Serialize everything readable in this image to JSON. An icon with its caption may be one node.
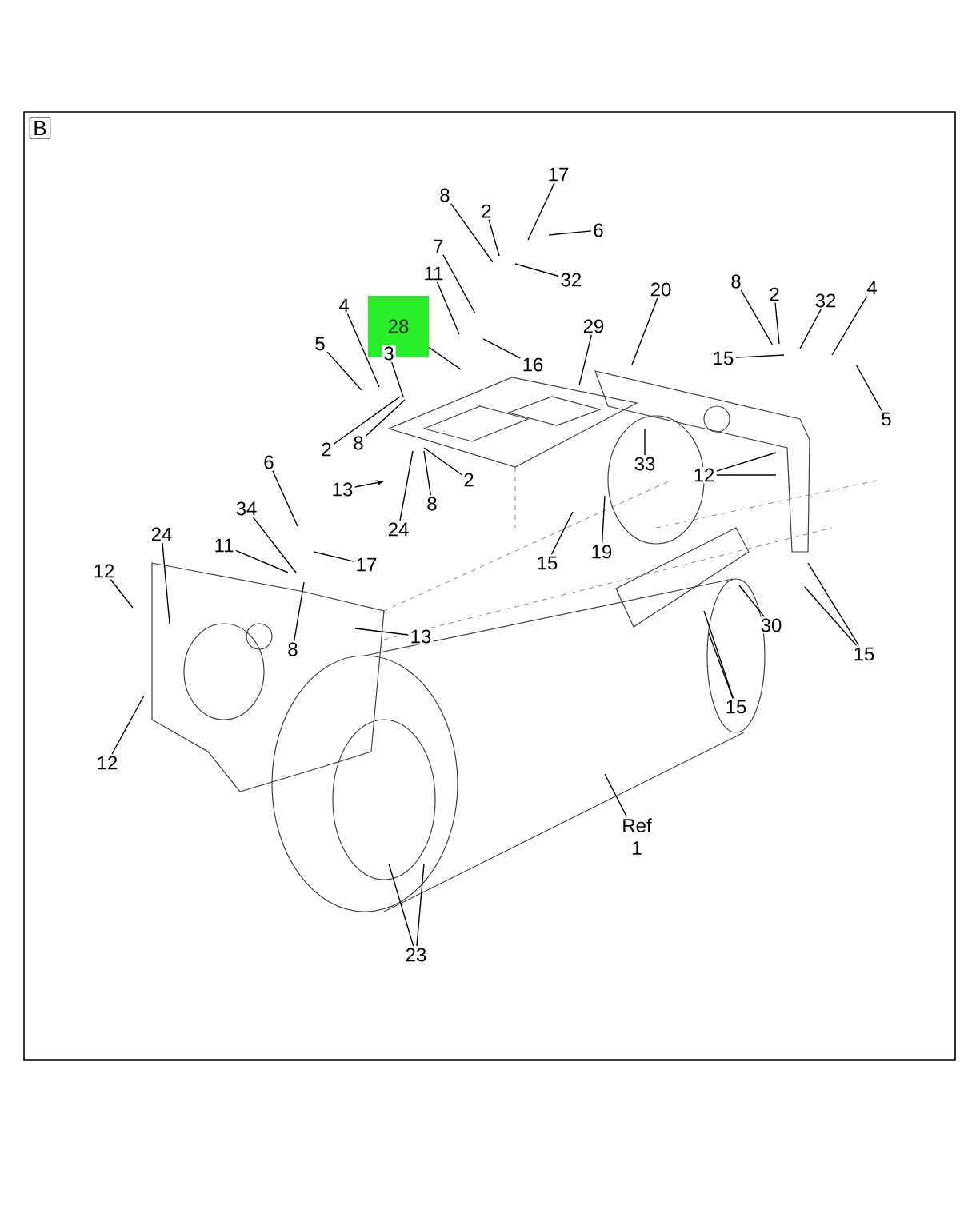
{
  "diagram": {
    "nodes": [
      {
        "text": [
          "17"
        ]
      },
      {
        "text": [
          "8"
        ]
      },
      {
        "text": [
          "2"
        ]
      },
      {
        "text": [
          "6"
        ]
      },
      {
        "text": [
          "7"
        ]
      },
      {
        "text": [
          "32"
        ]
      },
      {
        "text": [
          "8"
        ]
      },
      {
        "text": [
          "11"
        ]
      },
      {
        "text": [
          "20"
        ]
      },
      {
        "text": [
          "4"
        ]
      },
      {
        "text": [
          "2"
        ]
      },
      {
        "text": [
          "4"
        ]
      },
      {
        "text": [
          "32"
        ]
      },
      {
        "text": [
          "28"
        ]
      },
      {
        "text": [
          "29"
        ]
      },
      {
        "text": [
          "5"
        ]
      },
      {
        "text": [
          "3"
        ]
      },
      {
        "text": [
          "15"
        ]
      },
      {
        "text": [
          "16"
        ]
      },
      {
        "text": [
          "5"
        ]
      },
      {
        "text": [
          "2"
        ]
      },
      {
        "text": [
          "8"
        ]
      },
      {
        "text": [
          "6"
        ]
      },
      {
        "text": [
          "33"
        ]
      },
      {
        "text": [
          "12"
        ]
      },
      {
        "text": [
          "2"
        ]
      },
      {
        "text": [
          "13"
        ]
      },
      {
        "text": [
          "8"
        ]
      },
      {
        "text": [
          "34"
        ]
      },
      {
        "text": [
          "24"
        ]
      },
      {
        "text": [
          "24"
        ]
      },
      {
        "text": [
          "11"
        ]
      },
      {
        "text": [
          "19"
        ]
      },
      {
        "text": [
          "15"
        ]
      },
      {
        "text": [
          "17"
        ]
      },
      {
        "text": [
          "12"
        ]
      },
      {
        "text": [
          "30"
        ]
      },
      {
        "text": [
          "13"
        ]
      },
      {
        "text": [
          "8"
        ]
      },
      {
        "text": [
          "15"
        ]
      },
      {
        "text": [
          "15"
        ]
      },
      {
        "text": [
          "12"
        ]
      },
      {
        "text": [
          "Ref 1"
        ]
      },
      {
        "text": [
          "23"
        ]
      }
    ],
    "edges": [
      {
        "from": 0,
        "to": null,
        "arrow": "none"
      },
      {
        "from": 1,
        "to": null,
        "arrow": "none"
      },
      {
        "from": 2,
        "to": null,
        "arrow": "none"
      },
      {
        "from": 3,
        "to": null,
        "arrow": "none"
      },
      {
        "from": 4,
        "to": null,
        "arrow": "none"
      },
      {
        "from": 5,
        "to": null,
        "arrow": "none"
      },
      {
        "from": 6,
        "to": null,
        "arrow": "none"
      },
      {
        "from": 7,
        "to": null,
        "arrow": "none"
      },
      {
        "from": 8,
        "to": null,
        "arrow": "none"
      },
      {
        "from": 9,
        "to": null,
        "arrow": "none"
      },
      {
        "from": 10,
        "to": null,
        "arrow": "none"
      },
      {
        "from": 11,
        "to": null,
        "arrow": "none"
      },
      {
        "from": 12,
        "to": null,
        "arrow": "none"
      },
      {
        "from": 13,
        "to": null,
        "arrow": "none"
      },
      {
        "from": 14,
        "to": null,
        "arrow": "none"
      },
      {
        "from": 15,
        "to": null,
        "arrow": "none"
      },
      {
        "from": 16,
        "to": null,
        "arrow": "none"
      },
      {
        "from": 17,
        "to": null,
        "arrow": "none"
      },
      {
        "from": 18,
        "to": null,
        "arrow": "none"
      },
      {
        "from": 19,
        "to": null,
        "arrow": "none"
      },
      {
        "from": 20,
        "to": null,
        "arrow": "none"
      },
      {
        "from": 21,
        "to": null,
        "arrow": "none"
      },
      {
        "from": 22,
        "to": null,
        "arrow": "none"
      },
      {
        "from": 23,
        "to": null,
        "arrow": "none"
      },
      {
        "from": 24,
        "to": null,
        "arrow": "none"
      },
      {
        "from": 24,
        "to": null,
        "arrow": "none"
      },
      {
        "from": 25,
        "to": null,
        "arrow": "none"
      },
      {
        "from": 26,
        "to": null,
        "arrow": "to"
      },
      {
        "from": 27,
        "to": null,
        "arrow": "none"
      },
      {
        "from": 28,
        "to": null,
        "arrow": "none"
      },
      {
        "from": 29,
        "to": null,
        "arrow": "none"
      },
      {
        "from": 30,
        "to": null,
        "arrow": "none"
      },
      {
        "from": 31,
        "to": null,
        "arrow": "none"
      },
      {
        "from": 32,
        "to": null,
        "arrow": "none"
      },
      {
        "from": 33,
        "to": null,
        "arrow": "none"
      },
      {
        "from": 34,
        "to": null,
        "arrow": "none"
      },
      {
        "from": 35,
        "to": null,
        "arrow": "none"
      },
      {
        "from": 36,
        "to": null,
        "arrow": "none"
      },
      {
        "from": 37,
        "to": null,
        "arrow": "none"
      },
      {
        "from": 38,
        "to": null,
        "arrow": "none"
      },
      {
        "from": 39,
        "to": null,
        "arrow": "none"
      },
      {
        "from": 39,
        "to": null,
        "arrow": "none"
      },
      {
        "from": 40,
        "to": null,
        "arrow": "none"
      },
      {
        "from": 40,
        "to": null,
        "arrow": "none"
      },
      {
        "from": 41,
        "to": null,
        "arrow": "none"
      },
      {
        "from": 42,
        "to": null,
        "arrow": "none"
      },
      {
        "from": 43,
        "to": null,
        "arrow": "none"
      },
      {
        "from": 43,
        "to": null,
        "arrow": "none"
      }
    ],
    "labels": [
      "B"
    ]
  }
}
